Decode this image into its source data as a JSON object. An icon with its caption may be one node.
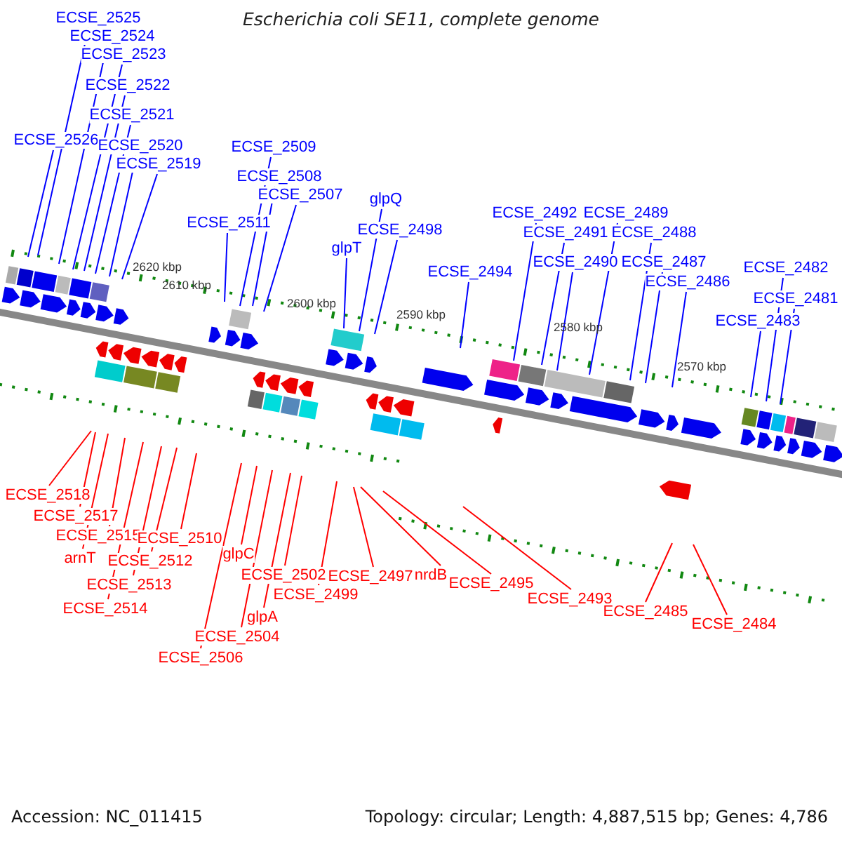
{
  "diagram": {
    "title": "Escherichia coli SE11, complete genome",
    "nodes": [
      {
        "text": [
          "ECSE_2525"
        ]
      },
      {
        "text": [
          "ECSE_2524"
        ]
      },
      {
        "text": [
          "ECSE_2523"
        ]
      },
      {
        "text": [
          "ECSE_2522"
        ]
      },
      {
        "text": [
          "ECSE_2521"
        ]
      },
      {
        "text": [
          "ECSE_2526"
        ]
      },
      {
        "text": [
          "ECSE_2520"
        ]
      },
      {
        "text": [
          "ECSE_2519"
        ]
      },
      {
        "text": [
          "ECSE_2509"
        ]
      },
      {
        "text": [
          "ECSE_2508"
        ]
      },
      {
        "text": [
          "ECSE_2507"
        ]
      },
      {
        "text": [
          "ECSE_2511"
        ]
      },
      {
        "text": [
          "glpQ"
        ]
      },
      {
        "text": [
          "ECSE_2498"
        ]
      },
      {
        "text": [
          "glpT"
        ]
      },
      {
        "text": [
          "ECSE_2492"
        ]
      },
      {
        "text": [
          "ECSE_2489"
        ]
      },
      {
        "text": [
          "ECSE_2491"
        ]
      },
      {
        "text": [
          "ECSE_2488"
        ]
      },
      {
        "text": [
          "ECSE_2490"
        ]
      },
      {
        "text": [
          "ECSE_2487"
        ]
      },
      {
        "text": [
          "ECSE_2494"
        ]
      },
      {
        "text": [
          "ECSE_2486"
        ]
      },
      {
        "text": [
          "ECSE_2482"
        ]
      },
      {
        "text": [
          "ECSE_2481"
        ]
      },
      {
        "text": [
          "ECSE_2483"
        ]
      },
      {
        "text": [
          "ECSE_2518"
        ]
      },
      {
        "text": [
          "ECSE_2517"
        ]
      },
      {
        "text": [
          "ECSE_2515"
        ]
      },
      {
        "text": [
          "ECSE_2510"
        ]
      },
      {
        "text": [
          "arnT"
        ]
      },
      {
        "text": [
          "glpC"
        ]
      },
      {
        "text": [
          "ECSE_2512"
        ]
      },
      {
        "text": [
          "ECSE_2502"
        ]
      },
      {
        "text": [
          "ECSE_2497"
        ]
      },
      {
        "text": [
          "nrdB"
        ]
      },
      {
        "text": [
          "ECSE_2495"
        ]
      },
      {
        "text": [
          "ECSE_2513"
        ]
      },
      {
        "text": [
          "ECSE_2499"
        ]
      },
      {
        "text": [
          "ECSE_2493"
        ]
      },
      {
        "text": [
          "ECSE_2514"
        ]
      },
      {
        "text": [
          "glpA"
        ]
      },
      {
        "text": [
          "ECSE_2485"
        ]
      },
      {
        "text": [
          "ECSE_2484"
        ]
      },
      {
        "text": [
          "ECSE_2504"
        ]
      },
      {
        "text": [
          "ECSE_2506"
        ]
      }
    ],
    "edges": [
      {
        "from": 0,
        "to": null,
        "arrow": "none"
      },
      {
        "from": 1,
        "to": null,
        "arrow": "none"
      },
      {
        "from": 2,
        "to": null,
        "arrow": "none"
      },
      {
        "from": 3,
        "to": null,
        "arrow": "none"
      },
      {
        "from": 4,
        "to": null,
        "arrow": "none"
      },
      {
        "from": 5,
        "to": null,
        "arrow": "none"
      },
      {
        "from": 6,
        "to": null,
        "arrow": "none"
      },
      {
        "from": 7,
        "to": null,
        "arrow": "none"
      },
      {
        "from": 8,
        "to": null,
        "arrow": "none"
      },
      {
        "from": 9,
        "to": null,
        "arrow": "none"
      },
      {
        "from": 10,
        "to": null,
        "arrow": "none"
      },
      {
        "from": 11,
        "to": null,
        "arrow": "none"
      },
      {
        "from": 12,
        "to": null,
        "arrow": "none"
      },
      {
        "from": 13,
        "to": null,
        "arrow": "none"
      },
      {
        "from": 14,
        "to": null,
        "arrow": "none"
      },
      {
        "from": 15,
        "to": null,
        "arrow": "none"
      },
      {
        "from": 16,
        "to": null,
        "arrow": "none"
      },
      {
        "from": 17,
        "to": null,
        "arrow": "none"
      },
      {
        "from": 18,
        "to": null,
        "arrow": "none"
      },
      {
        "from": 19,
        "to": null,
        "arrow": "none"
      },
      {
        "from": 20,
        "to": null,
        "arrow": "none"
      },
      {
        "from": 21,
        "to": null,
        "arrow": "none"
      },
      {
        "from": 22,
        "to": null,
        "arrow": "none"
      },
      {
        "from": 23,
        "to": null,
        "arrow": "none"
      },
      {
        "from": 24,
        "to": null,
        "arrow": "none"
      },
      {
        "from": 25,
        "to": null,
        "arrow": "none"
      },
      {
        "from": 26,
        "to": null,
        "arrow": "none",
        "color": "#ff0000"
      },
      {
        "from": 27,
        "to": null,
        "arrow": "none",
        "color": "#ff0000"
      },
      {
        "from": 28,
        "to": null,
        "arrow": "none",
        "color": "#ff0000"
      },
      {
        "from": 29,
        "to": null,
        "arrow": "none",
        "color": "#ff0000"
      },
      {
        "from": 30,
        "to": null,
        "arrow": "none",
        "color": "#ff0000"
      },
      {
        "from": 31,
        "to": null,
        "arrow": "none",
        "color": "#ff0000"
      },
      {
        "from": 32,
        "to": null,
        "arrow": "none",
        "color": "#ff0000"
      },
      {
        "from": 33,
        "to": null,
        "arrow": "none",
        "color": "#ff0000"
      },
      {
        "from": 34,
        "to": null,
        "arrow": "none",
        "color": "#ff0000"
      },
      {
        "from": 35,
        "to": null,
        "arrow": "none",
        "color": "#ff0000"
      },
      {
        "from": 36,
        "to": null,
        "arrow": "none",
        "color": "#ff0000"
      },
      {
        "from": 37,
        "to": null,
        "arrow": "none",
        "color": "#ff0000"
      },
      {
        "from": 38,
        "to": null,
        "arrow": "none",
        "color": "#ff0000"
      },
      {
        "from": 39,
        "to": null,
        "arrow": "none",
        "color": "#ff0000"
      },
      {
        "from": 40,
        "to": null,
        "arrow": "none",
        "color": "#ff0000"
      },
      {
        "from": 41,
        "to": null,
        "arrow": "none",
        "color": "#ff0000"
      },
      {
        "from": 42,
        "to": null,
        "arrow": "none",
        "color": "#ff0000"
      },
      {
        "from": 43,
        "to": null,
        "arrow": "none",
        "color": "#ff0000"
      },
      {
        "from": 44,
        "to": null,
        "arrow": "none",
        "color": "#ff0000"
      },
      {
        "from": 45,
        "to": null,
        "arrow": "none",
        "color": "#ff0000"
      }
    ],
    "labels": [
      "2620 kbp",
      "2610 kbp",
      "2600 kbp",
      "2590 kbp",
      "2580 kbp",
      "2570 kbp",
      "Accession: NC_011415",
      "Topology: circular; Length: 4,887,515 bp; Genes: 4,786"
    ]
  }
}
